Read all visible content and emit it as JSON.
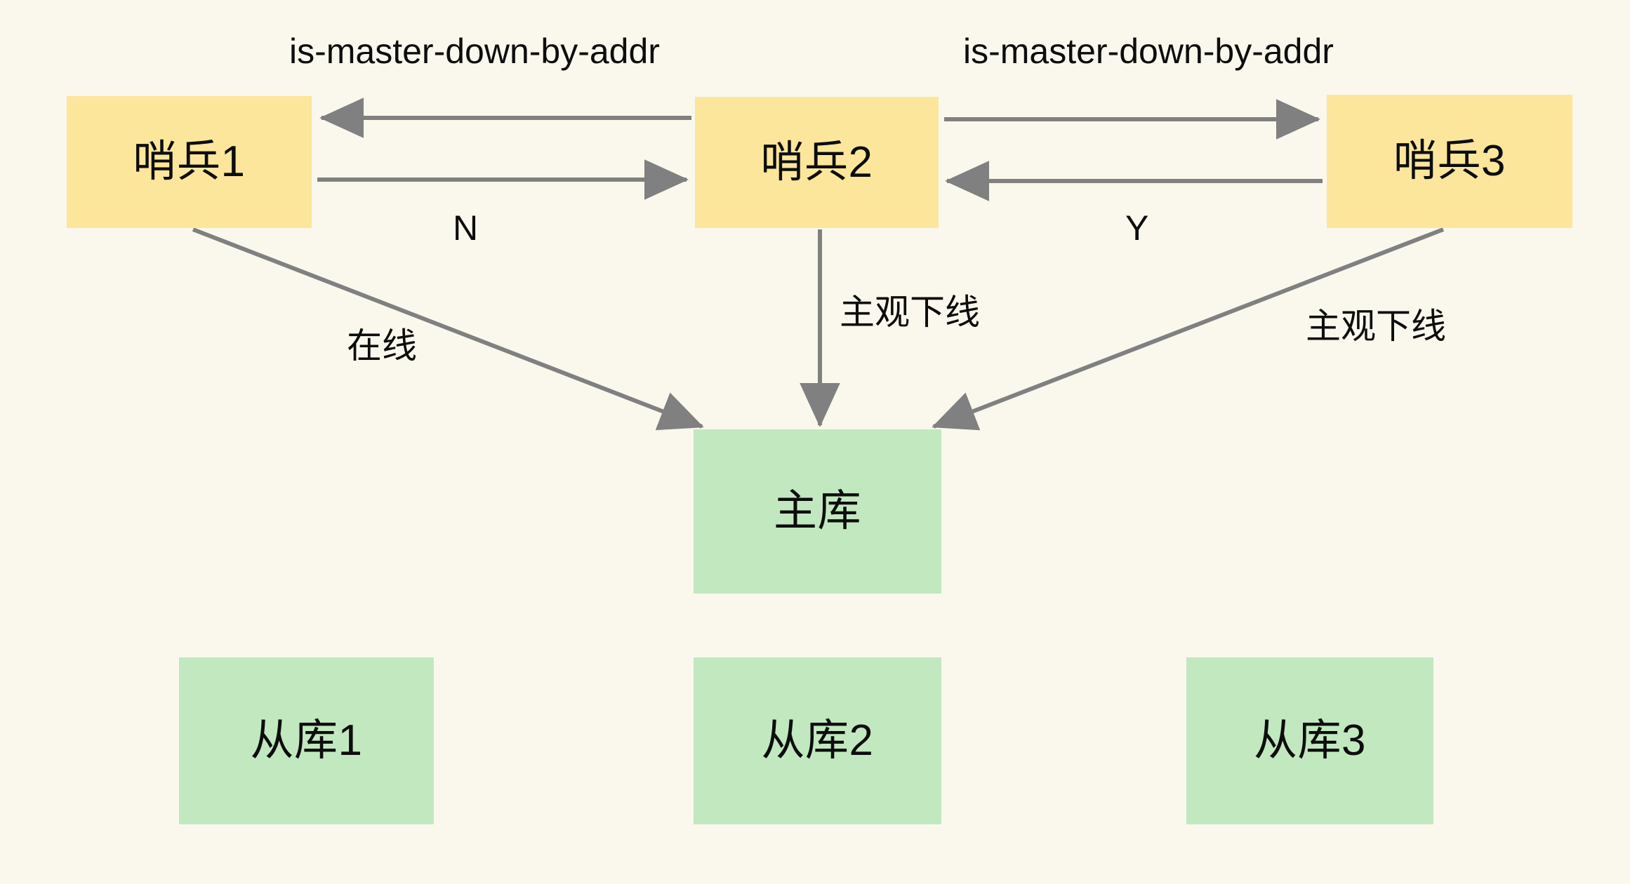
{
  "diagram": {
    "title": "Redis Sentinel subjective down voting diagram",
    "background_color": "#faf8ec",
    "sentinel_color": "#fce69b",
    "database_color": "#c2e8c0",
    "edge_color": "#808080",
    "text_color": "#0d0d0d"
  },
  "nodes": {
    "sentinel1": {
      "label": "哨兵1"
    },
    "sentinel2": {
      "label": "哨兵2"
    },
    "sentinel3": {
      "label": "哨兵3"
    },
    "master": {
      "label": "主库"
    },
    "replica1": {
      "label": "从库1"
    },
    "replica2": {
      "label": "从库2"
    },
    "replica3": {
      "label": "从库3"
    }
  },
  "edge_labels": {
    "proto_left": "is-master-down-by-addr",
    "proto_right": "is-master-down-by-addr",
    "vote_n": "N",
    "vote_y": "Y",
    "online": "在线",
    "sdown_center": "主观下线",
    "sdown_right": "主观下线"
  },
  "edges": [
    {
      "from": "sentinel2",
      "to": "sentinel1",
      "label": "is-master-down-by-addr",
      "direction": "left"
    },
    {
      "from": "sentinel1",
      "to": "sentinel2",
      "label": "N",
      "direction": "right"
    },
    {
      "from": "sentinel2",
      "to": "sentinel3",
      "label": "is-master-down-by-addr",
      "direction": "right"
    },
    {
      "from": "sentinel3",
      "to": "sentinel2",
      "label": "Y",
      "direction": "left"
    },
    {
      "from": "sentinel1",
      "to": "master",
      "label": "在线",
      "direction": "down-right"
    },
    {
      "from": "sentinel2",
      "to": "master",
      "label": "主观下线",
      "direction": "down"
    },
    {
      "from": "sentinel3",
      "to": "master",
      "label": "主观下线",
      "direction": "down-left"
    }
  ]
}
